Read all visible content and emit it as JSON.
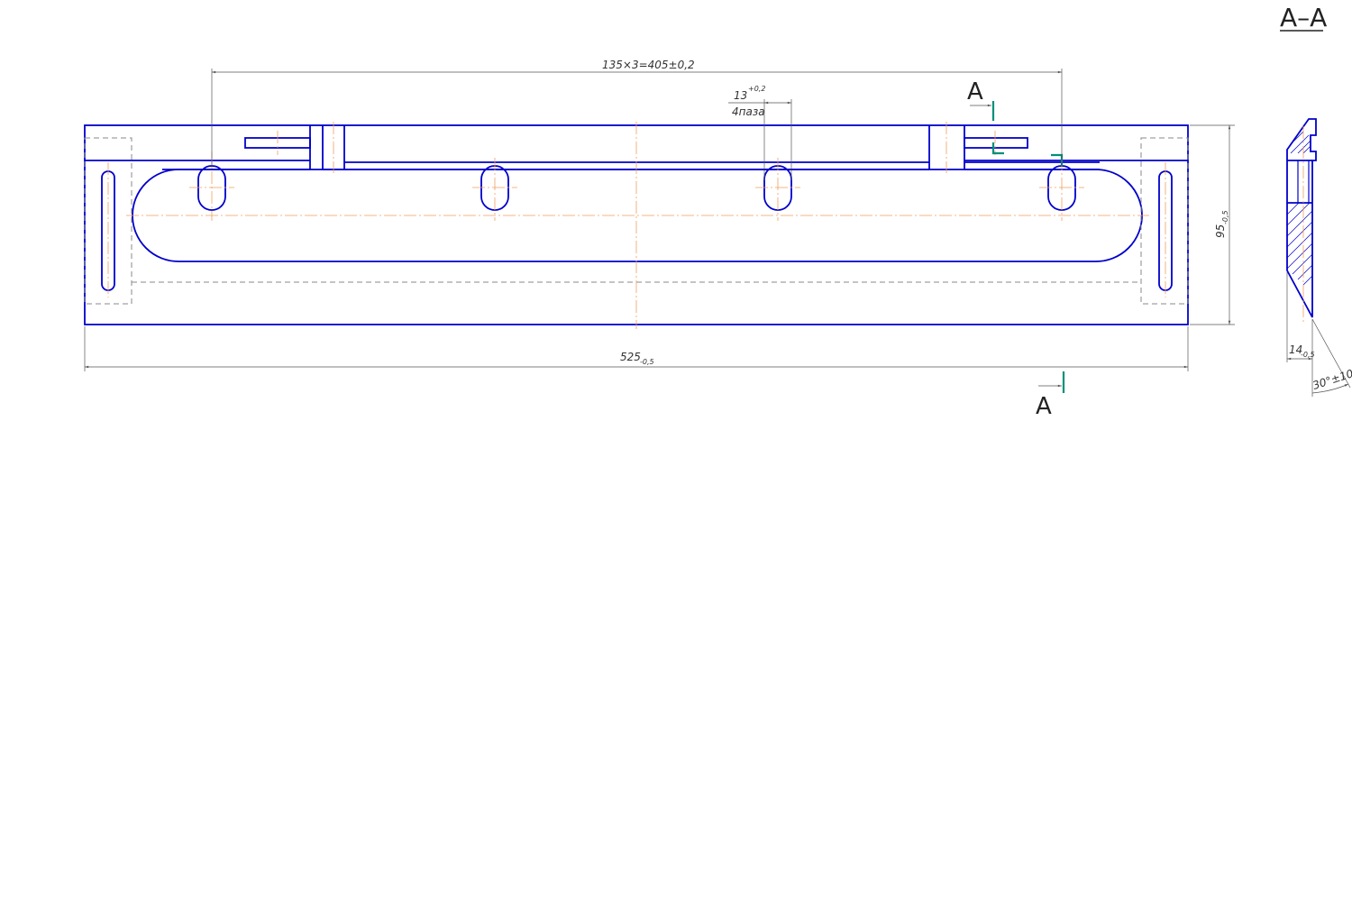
{
  "drawing": {
    "section_title": "А–А",
    "cut_label_top": "А",
    "cut_label_bottom": "А",
    "dims": {
      "pitch": "135×3=405±0,2",
      "slot_width": "13",
      "slot_width_tol": "+0,2",
      "slot_count": "4паза",
      "overall_length": "525",
      "overall_length_tol": "-0,5",
      "height": "95",
      "height_tol": "-0,5",
      "thickness": "14",
      "thickness_tol": "-0,5",
      "angle": "30°±10'"
    },
    "colors": {
      "object_line": "#0000cc",
      "axis_line": "#f0a060",
      "hidden_line": "#8a8a8a",
      "cut_line": "#008f7a"
    }
  }
}
